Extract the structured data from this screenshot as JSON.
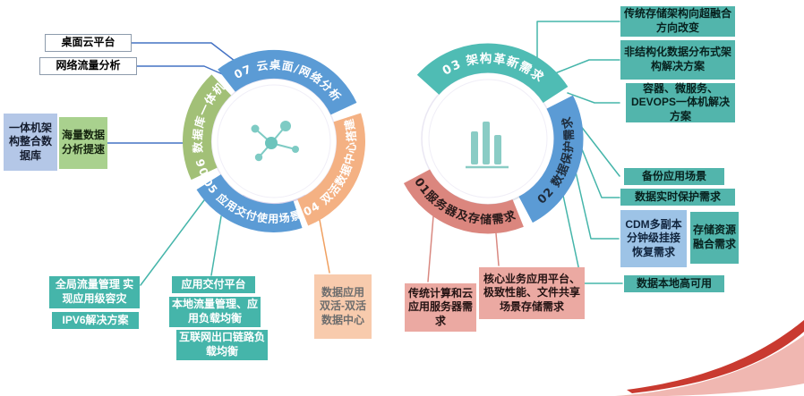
{
  "left_wheel": {
    "seg07": "07 云桌面/网络分析",
    "seg06": "06 数据库一体机",
    "seg05": "05 应用交付使用场景",
    "seg04": "04 双活数据中心搭建"
  },
  "right_wheel": {
    "seg03": "03 架构革新需求",
    "seg02": "02 数据保护需求",
    "seg01": "01服务器及存储需求"
  },
  "callouts": {
    "desktop_cloud_platform": "桌面云平台",
    "network_traffic_analysis": "网络流量分析",
    "aio_architecture_db": "一体机架构整合数据库",
    "mass_data_speedup": "海量数据分析提速",
    "global_traffic_mgmt": "全局流量管理 实现应用级容灾",
    "ipv6_solution": "IPV6解决方案",
    "app_delivery_platform": "应用交付平台",
    "local_traffic_mgmt": "本地流量管理、应用负载均衡",
    "internet_link_lb": "互联网出口链路负载均衡",
    "active_active_dc": "数据应用双活-双活数据中心",
    "traditional_cloud_server": "传统计算和云应用服务器需求",
    "core_business_storage": "核心业务应用平台、极致性能、文件共享场景存储需求",
    "storage_to_hci": "传统存储架构向超融合方向改变",
    "unstructured_distributed": "非结构化数据分布式架构解决方案",
    "container_devops": "容器、微服务、DEVOPS一体机解决方案",
    "backup_scenario": "备份应用场景",
    "realtime_protection": "数据实时保护需求",
    "cdm_recovery": "CDM多副本分钟级挂接恢复需求",
    "storage_resource_fusion": "存储资源融合需求",
    "local_high_availability": "数据本地高可用"
  },
  "icons": {
    "left_center": "molecule-network-icon",
    "right_center": "bar-chart-icon"
  },
  "colors": {
    "arc_blue": "#5b9bd5",
    "arc_green": "#a2c077",
    "arc_orange": "#f4b183",
    "arc_teal": "#4fbcb4",
    "arc_red": "#db867e",
    "box_teal": "#52b5ac",
    "box_lightblue": "#b4c7e7",
    "box_green": "#a9d18e",
    "box_peach": "#f8cbad",
    "box_pink": "#eba9a2",
    "box_blue": "#9dc3e6",
    "line_blue": "#4472c4",
    "line_teal": "#45b5aa",
    "swoosh_pink": "#f0b7b1",
    "swoosh_red": "#c93a30"
  }
}
